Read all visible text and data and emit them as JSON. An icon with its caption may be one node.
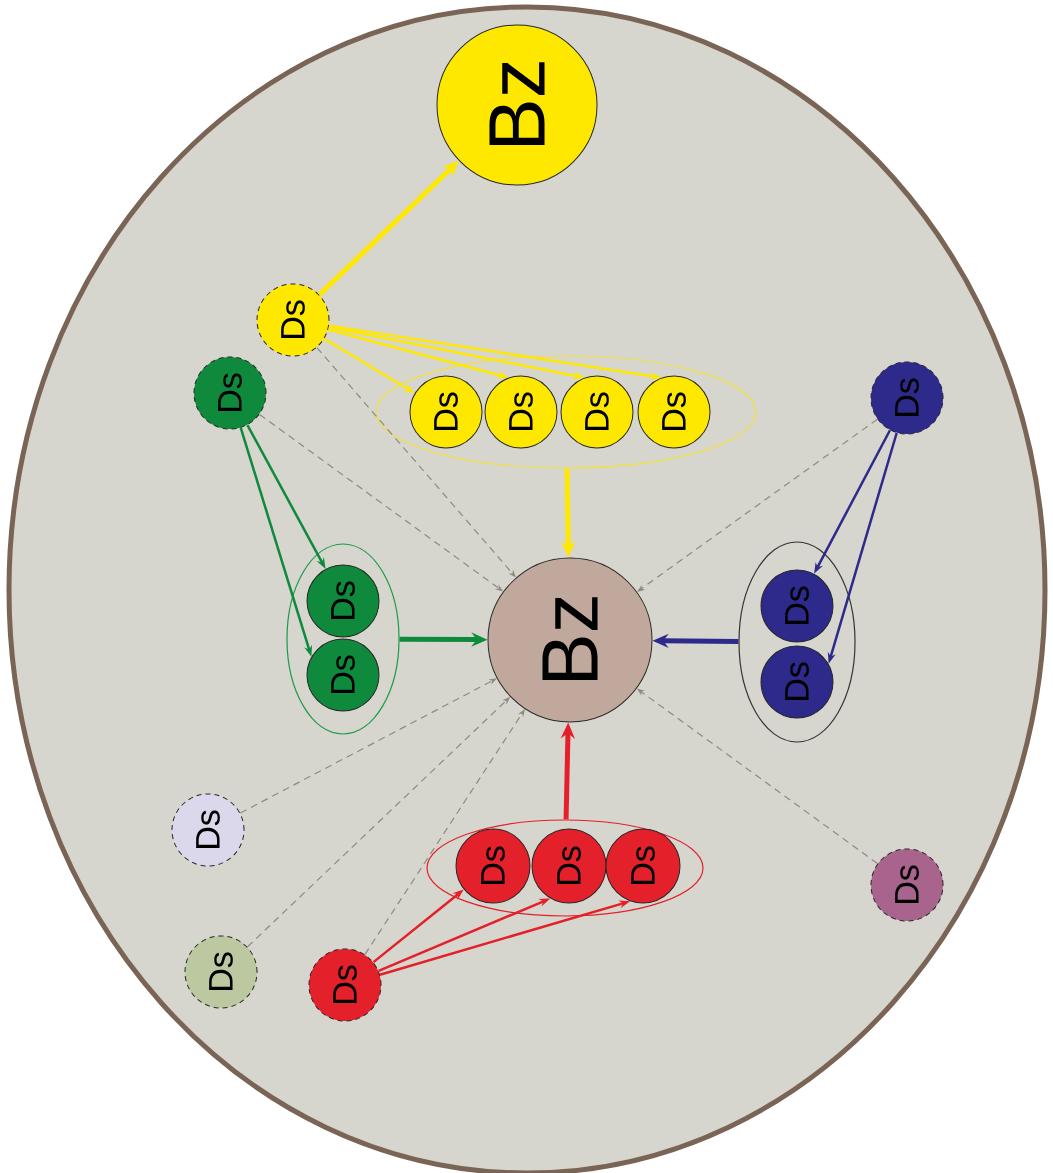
{
  "diagram": {
    "nodes": [
      {
        "text": [
          "Bz"
        ]
      },
      {
        "text": [
          "Ds"
        ]
      },
      {
        "text": [
          "Ds"
        ]
      },
      {
        "text": [],
        "shape": "ellipse"
      },
      {
        "text": [
          "Ds"
        ],
        "in": 3
      },
      {
        "text": [
          "Ds"
        ],
        "in": 3
      },
      {
        "text": [
          "Ds"
        ],
        "in": 3
      },
      {
        "text": [
          "Ds"
        ],
        "in": 3
      },
      {
        "text": [
          "Ds"
        ]
      },
      {
        "text": [],
        "shape": "ellipse"
      },
      {
        "text": [
          "Ds"
        ],
        "in": 9
      },
      {
        "text": [
          "Ds"
        ],
        "in": 9
      },
      {
        "text": [
          "Bz"
        ]
      },
      {
        "text": [],
        "shape": "ellipse"
      },
      {
        "text": [
          "Ds"
        ],
        "in": 13
      },
      {
        "text": [
          "Ds"
        ],
        "in": 13
      },
      {
        "text": [
          "Ds"
        ]
      },
      {
        "text": [],
        "shape": "ellipse"
      },
      {
        "text": [
          "Ds"
        ],
        "in": 17
      },
      {
        "text": [
          "Ds"
        ],
        "in": 17
      },
      {
        "text": [
          "Ds"
        ],
        "in": 17
      },
      {
        "text": [
          "Ds"
        ]
      },
      {
        "text": [
          "Ds"
        ]
      },
      {
        "text": [
          "Ds"
        ]
      }
    ],
    "edges": [
      {
        "from": 1,
        "to": 0,
        "arrow": "to",
        "style": "thick",
        "color": "#ffe800"
      },
      {
        "from": 1,
        "to": 4,
        "arrow": "to",
        "color": "#ffe800"
      },
      {
        "from": 1,
        "to": 5,
        "arrow": "to",
        "color": "#ffe800"
      },
      {
        "from": 1,
        "to": 6,
        "arrow": "to",
        "color": "#ffe800"
      },
      {
        "from": 1,
        "to": 7,
        "arrow": "to",
        "color": "#ffe800"
      },
      {
        "from": 2,
        "to": 10,
        "arrow": "to",
        "color": "#0f8a3c"
      },
      {
        "from": 2,
        "to": 11,
        "arrow": "to",
        "color": "#0f8a3c"
      },
      {
        "from": 8,
        "to": 14,
        "arrow": "to",
        "color": "#2e2a8c"
      },
      {
        "from": 8,
        "to": 15,
        "arrow": "to",
        "color": "#2e2a8c"
      },
      {
        "from": 23,
        "to": 18,
        "arrow": "to",
        "color": "#e4202a"
      },
      {
        "from": 23,
        "to": 19,
        "arrow": "to",
        "color": "#e4202a"
      },
      {
        "from": 23,
        "to": 20,
        "arrow": "to",
        "color": "#e4202a"
      },
      {
        "from": 3,
        "to": 12,
        "arrow": "to",
        "style": "thick",
        "color": "#ffe800"
      },
      {
        "from": 9,
        "to": 12,
        "arrow": "to",
        "style": "thick",
        "color": "#0f8a3c"
      },
      {
        "from": 13,
        "to": 12,
        "arrow": "to",
        "style": "thick",
        "color": "#2e2a8c"
      },
      {
        "from": 17,
        "to": 12,
        "arrow": "to",
        "style": "thick",
        "color": "#e4202a"
      },
      {
        "from": 1,
        "to": 12,
        "arrow": "to",
        "style": "dashed",
        "color": "#8f8a80"
      },
      {
        "from": 2,
        "to": 12,
        "arrow": "to",
        "style": "dashed",
        "color": "#8f8a80"
      },
      {
        "from": 8,
        "to": 12,
        "arrow": "to",
        "style": "dashed",
        "color": "#8f8a80"
      },
      {
        "from": 16,
        "to": 12,
        "arrow": "to",
        "style": "dashed",
        "color": "#8f8a80"
      },
      {
        "from": 21,
        "to": 12,
        "arrow": "to",
        "style": "dashed",
        "color": "#8f8a80"
      },
      {
        "from": 22,
        "to": 12,
        "arrow": "to",
        "style": "dashed",
        "color": "#8f8a80"
      },
      {
        "from": 23,
        "to": 12,
        "arrow": "to",
        "style": "dashed",
        "color": "#8f8a80"
      }
    ]
  }
}
